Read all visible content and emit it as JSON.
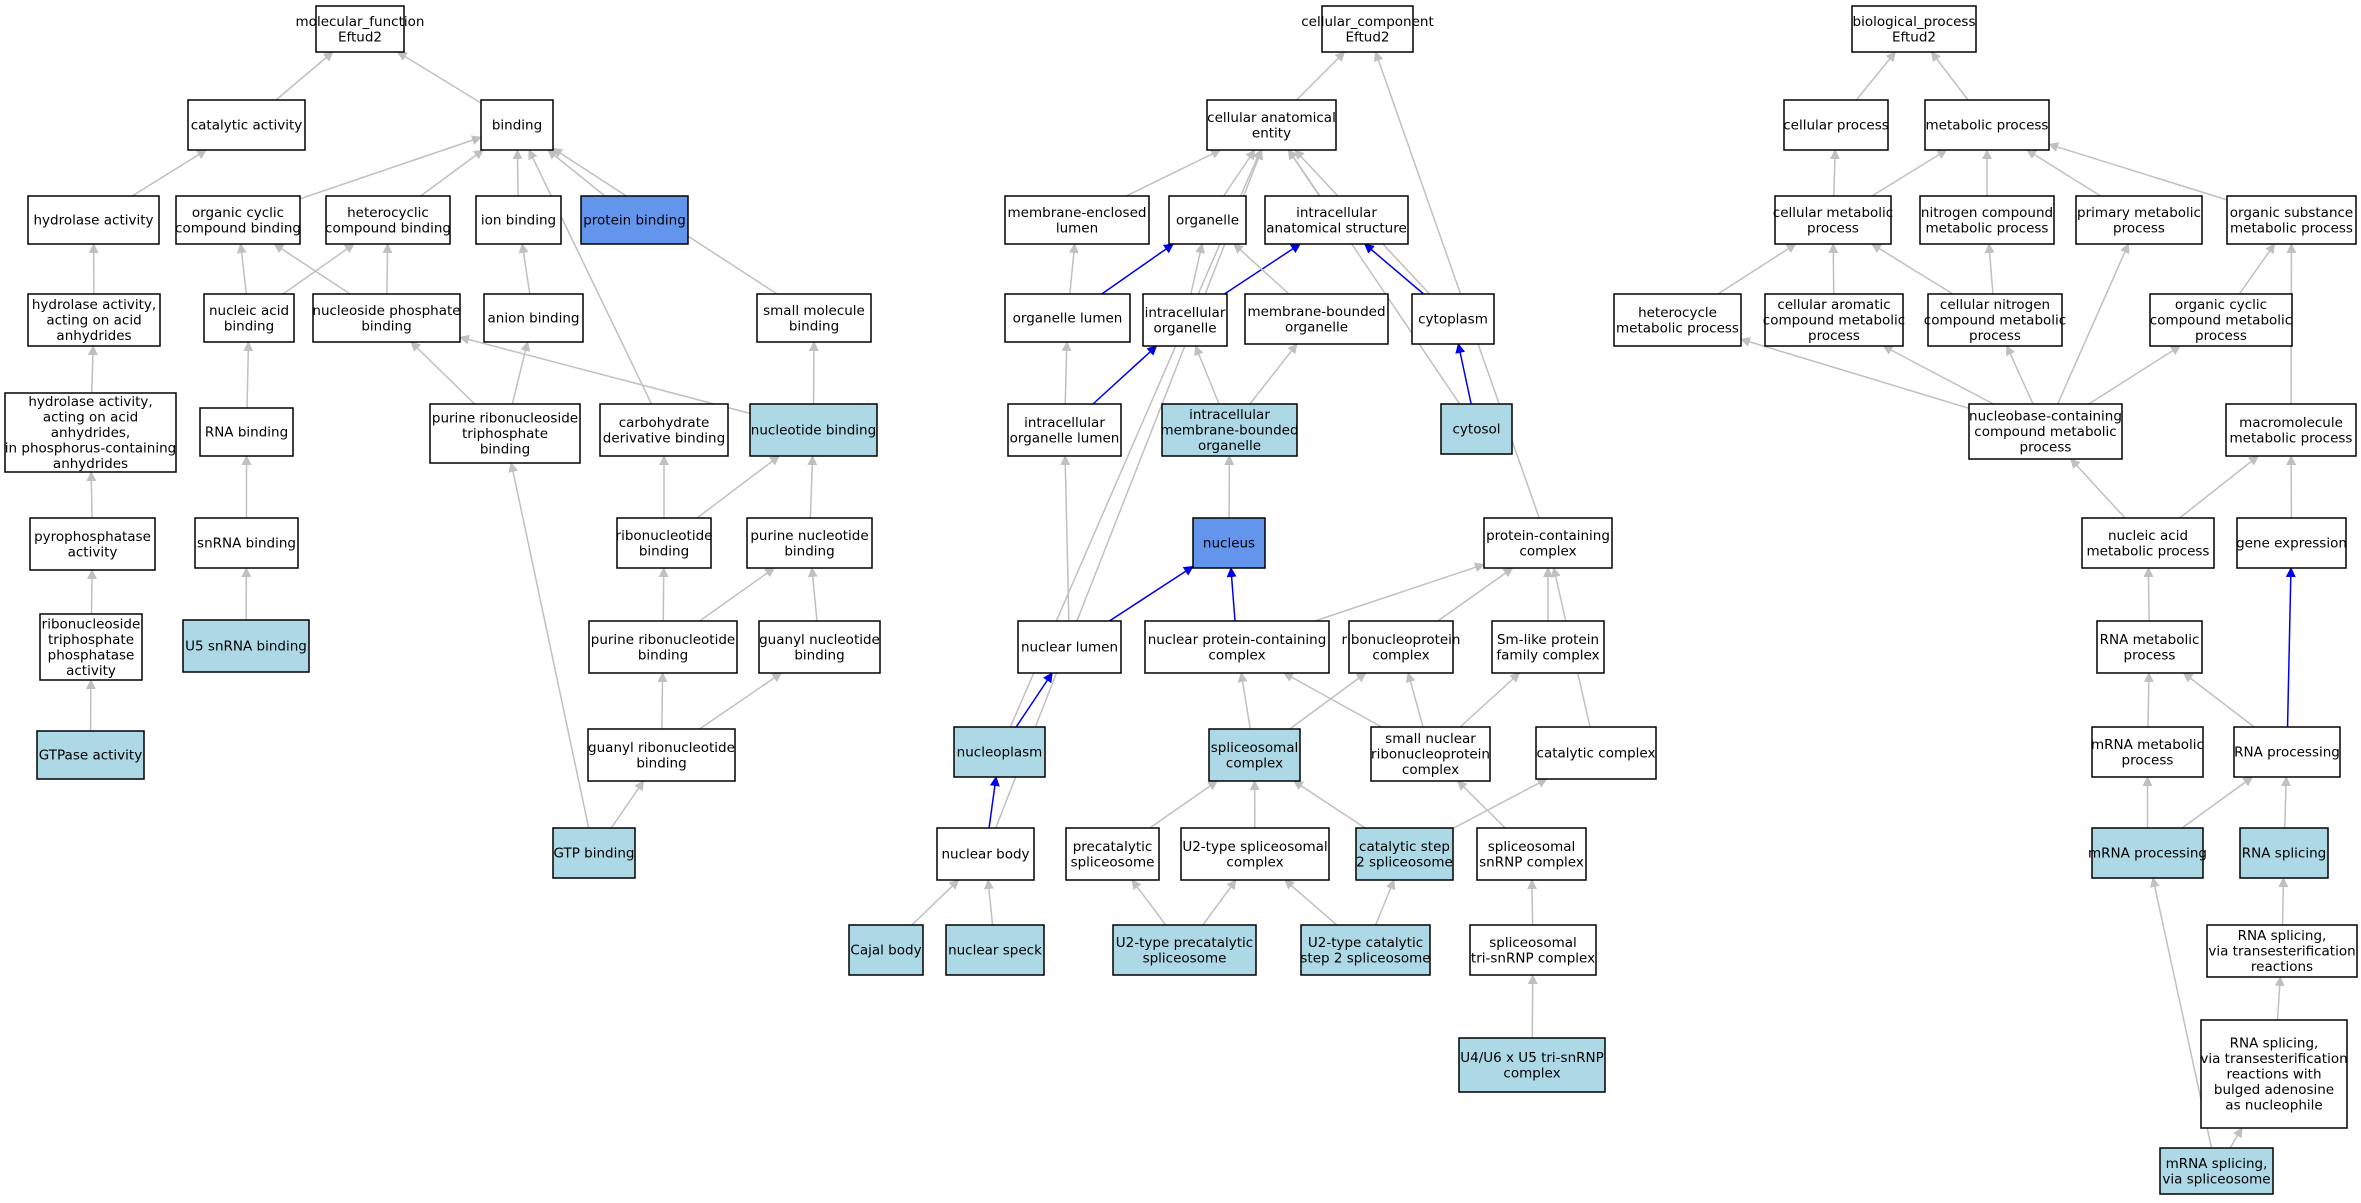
{
  "colors": {
    "white": "#ffffff",
    "light": "#add8e6",
    "dark": "#6495ed",
    "edge_gray": "#c0c0c0",
    "edge_blue": "#0000ee"
  },
  "nodes": [
    {
      "id": "mf",
      "lines": [
        "molecular_function",
        "Eftud2"
      ],
      "fill": "white"
    },
    {
      "id": "cat",
      "lines": [
        "catalytic activity"
      ],
      "fill": "white"
    },
    {
      "id": "bind",
      "lines": [
        "binding"
      ],
      "fill": "white"
    },
    {
      "id": "hyd",
      "lines": [
        "hydrolase activity"
      ],
      "fill": "white"
    },
    {
      "id": "occb",
      "lines": [
        "organic cyclic",
        "compound binding"
      ],
      "fill": "white"
    },
    {
      "id": "hccb",
      "lines": [
        "heterocyclic",
        "compound binding"
      ],
      "fill": "white"
    },
    {
      "id": "ionb",
      "lines": [
        "ion binding"
      ],
      "fill": "white"
    },
    {
      "id": "protb",
      "lines": [
        "protein binding"
      ],
      "fill": "dark"
    },
    {
      "id": "hydacid",
      "lines": [
        "hydrolase activity,",
        "acting on acid",
        "anhydrides"
      ],
      "fill": "white"
    },
    {
      "id": "nab",
      "lines": [
        "nucleic acid",
        "binding"
      ],
      "fill": "white"
    },
    {
      "id": "npb",
      "lines": [
        "nucleoside phosphate",
        "binding"
      ],
      "fill": "white"
    },
    {
      "id": "anb",
      "lines": [
        "anion binding"
      ],
      "fill": "white"
    },
    {
      "id": "smb",
      "lines": [
        "small molecule",
        "binding"
      ],
      "fill": "white"
    },
    {
      "id": "hydphos",
      "lines": [
        "hydrolase activity,",
        "acting on acid",
        "anhydrides,",
        "in phosphorus-containing",
        "anhydrides"
      ],
      "fill": "white"
    },
    {
      "id": "rnab",
      "lines": [
        "RNA binding"
      ],
      "fill": "white"
    },
    {
      "id": "prtb",
      "lines": [
        "purine ribonucleoside",
        "triphosphate",
        "binding"
      ],
      "fill": "white"
    },
    {
      "id": "cdb",
      "lines": [
        "carbohydrate",
        "derivative binding"
      ],
      "fill": "white"
    },
    {
      "id": "ntb",
      "lines": [
        "nucleotide binding"
      ],
      "fill": "light"
    },
    {
      "id": "ppa",
      "lines": [
        "pyrophosphatase",
        "activity"
      ],
      "fill": "white"
    },
    {
      "id": "snrnab",
      "lines": [
        "snRNA binding"
      ],
      "fill": "white"
    },
    {
      "id": "rntb",
      "lines": [
        "ribonucleotide",
        "binding"
      ],
      "fill": "white"
    },
    {
      "id": "pntb",
      "lines": [
        "purine nucleotide",
        "binding"
      ],
      "fill": "white"
    },
    {
      "id": "ntpase",
      "lines": [
        "ribonucleoside",
        "triphosphate",
        "phosphatase",
        "activity"
      ],
      "fill": "white"
    },
    {
      "id": "u5b",
      "lines": [
        "U5 snRNA binding"
      ],
      "fill": "light"
    },
    {
      "id": "prntb",
      "lines": [
        "purine ribonucleotide",
        "binding"
      ],
      "fill": "white"
    },
    {
      "id": "gntb",
      "lines": [
        "guanyl nucleotide",
        "binding"
      ],
      "fill": "white"
    },
    {
      "id": "gtpase",
      "lines": [
        "GTPase activity"
      ],
      "fill": "light"
    },
    {
      "id": "grntb",
      "lines": [
        "guanyl ribonucleotide",
        "binding"
      ],
      "fill": "white"
    },
    {
      "id": "gtpb",
      "lines": [
        "GTP binding"
      ],
      "fill": "light"
    },
    {
      "id": "cc",
      "lines": [
        "cellular_component",
        "Eftud2"
      ],
      "fill": "white"
    },
    {
      "id": "cae",
      "lines": [
        "cellular anatomical",
        "entity"
      ],
      "fill": "white"
    },
    {
      "id": "mel",
      "lines": [
        "membrane-enclosed",
        "lumen"
      ],
      "fill": "white"
    },
    {
      "id": "org",
      "lines": [
        "organelle"
      ],
      "fill": "white"
    },
    {
      "id": "ias",
      "lines": [
        "intracellular",
        "anatomical structure"
      ],
      "fill": "white"
    },
    {
      "id": "ol",
      "lines": [
        "organelle lumen"
      ],
      "fill": "white"
    },
    {
      "id": "io",
      "lines": [
        "intracellular",
        "organelle"
      ],
      "fill": "white"
    },
    {
      "id": "mbo",
      "lines": [
        "membrane-bounded",
        "organelle"
      ],
      "fill": "white"
    },
    {
      "id": "cyto",
      "lines": [
        "cytoplasm"
      ],
      "fill": "white"
    },
    {
      "id": "iol",
      "lines": [
        "intracellular",
        "organelle lumen"
      ],
      "fill": "white"
    },
    {
      "id": "imbo",
      "lines": [
        "intracellular",
        "membrane-bounded",
        "organelle"
      ],
      "fill": "light"
    },
    {
      "id": "cytosol",
      "lines": [
        "cytosol"
      ],
      "fill": "light"
    },
    {
      "id": "nucleus",
      "lines": [
        "nucleus"
      ],
      "fill": "dark"
    },
    {
      "id": "pcc",
      "lines": [
        "protein-containing",
        "complex"
      ],
      "fill": "white"
    },
    {
      "id": "nlumen",
      "lines": [
        "nuclear lumen"
      ],
      "fill": "white"
    },
    {
      "id": "npcc",
      "lines": [
        "nuclear protein-containing",
        "complex"
      ],
      "fill": "white"
    },
    {
      "id": "rnpc",
      "lines": [
        "ribonucleoprotein",
        "complex"
      ],
      "fill": "white"
    },
    {
      "id": "smlike",
      "lines": [
        "Sm-like protein",
        "family complex"
      ],
      "fill": "white"
    },
    {
      "id": "nplasm",
      "lines": [
        "nucleoplasm"
      ],
      "fill": "light"
    },
    {
      "id": "splc",
      "lines": [
        "spliceosomal",
        "complex"
      ],
      "fill": "light"
    },
    {
      "id": "snrnp",
      "lines": [
        "small nuclear",
        "ribonucleoprotein",
        "complex"
      ],
      "fill": "white"
    },
    {
      "id": "catc",
      "lines": [
        "catalytic complex"
      ],
      "fill": "white"
    },
    {
      "id": "nbody",
      "lines": [
        "nuclear body"
      ],
      "fill": "white"
    },
    {
      "id": "precat",
      "lines": [
        "precatalytic",
        "spliceosome"
      ],
      "fill": "white"
    },
    {
      "id": "u2",
      "lines": [
        "U2-type spliceosomal",
        "complex"
      ],
      "fill": "white"
    },
    {
      "id": "cs2",
      "lines": [
        "catalytic step",
        "2 spliceosome"
      ],
      "fill": "light"
    },
    {
      "id": "ssnrnp",
      "lines": [
        "spliceosomal",
        "snRNP complex"
      ],
      "fill": "white"
    },
    {
      "id": "cajal",
      "lines": [
        "Cajal body"
      ],
      "fill": "light"
    },
    {
      "id": "nspeck",
      "lines": [
        "nuclear speck"
      ],
      "fill": "light"
    },
    {
      "id": "u2pre",
      "lines": [
        "U2-type precatalytic",
        "spliceosome"
      ],
      "fill": "light"
    },
    {
      "id": "u2cs2",
      "lines": [
        "U2-type catalytic",
        "step 2 spliceosome"
      ],
      "fill": "light"
    },
    {
      "id": "tri",
      "lines": [
        "spliceosomal",
        "tri-snRNP complex"
      ],
      "fill": "white"
    },
    {
      "id": "u4u6",
      "lines": [
        "U4/U6 x U5 tri-snRNP",
        "complex"
      ],
      "fill": "light"
    },
    {
      "id": "bp",
      "lines": [
        "biological_process",
        "Eftud2"
      ],
      "fill": "white"
    },
    {
      "id": "cp",
      "lines": [
        "cellular process"
      ],
      "fill": "white"
    },
    {
      "id": "mp",
      "lines": [
        "metabolic process"
      ],
      "fill": "white"
    },
    {
      "id": "cmp",
      "lines": [
        "cellular metabolic",
        "process"
      ],
      "fill": "white"
    },
    {
      "id": "ncmp",
      "lines": [
        "nitrogen compound",
        "metabolic process"
      ],
      "fill": "white"
    },
    {
      "id": "pmp",
      "lines": [
        "primary metabolic",
        "process"
      ],
      "fill": "white"
    },
    {
      "id": "osmp",
      "lines": [
        "organic substance",
        "metabolic process"
      ],
      "fill": "white"
    },
    {
      "id": "hcmp",
      "lines": [
        "heterocycle",
        "metabolic process"
      ],
      "fill": "white"
    },
    {
      "id": "cacmp",
      "lines": [
        "cellular aromatic",
        "compound metabolic",
        "process"
      ],
      "fill": "white"
    },
    {
      "id": "cncmp",
      "lines": [
        "cellular nitrogen",
        "compound metabolic",
        "process"
      ],
      "fill": "white"
    },
    {
      "id": "occmp",
      "lines": [
        "organic cyclic",
        "compound metabolic",
        "process"
      ],
      "fill": "white"
    },
    {
      "id": "nbcmp",
      "lines": [
        "nucleobase-containing",
        "compound metabolic",
        "process"
      ],
      "fill": "white"
    },
    {
      "id": "mmp",
      "lines": [
        "macromolecule",
        "metabolic process"
      ],
      "fill": "white"
    },
    {
      "id": "namp",
      "lines": [
        "nucleic acid",
        "metabolic process"
      ],
      "fill": "white"
    },
    {
      "id": "ge",
      "lines": [
        "gene expression"
      ],
      "fill": "white"
    },
    {
      "id": "rnamp",
      "lines": [
        "RNA metabolic",
        "process"
      ],
      "fill": "white"
    },
    {
      "id": "mrnamp",
      "lines": [
        "mRNA metabolic",
        "process"
      ],
      "fill": "white"
    },
    {
      "id": "rnaproc",
      "lines": [
        "RNA processing"
      ],
      "fill": "white"
    },
    {
      "id": "mrnaproc",
      "lines": [
        "mRNA processing"
      ],
      "fill": "light"
    },
    {
      "id": "rnaspl",
      "lines": [
        "RNA splicing"
      ],
      "fill": "light"
    },
    {
      "id": "rnaspltr",
      "lines": [
        "RNA splicing,",
        "via transesterification",
        "reactions"
      ],
      "fill": "white"
    },
    {
      "id": "rnasplbul",
      "lines": [
        "RNA splicing,",
        "via transesterification",
        "reactions with",
        "bulged adenosine",
        "as nucleophile"
      ],
      "fill": "white"
    },
    {
      "id": "mrnaspl",
      "lines": [
        "mRNA splicing,",
        "via spliceosome"
      ],
      "fill": "light"
    }
  ],
  "edges": [
    [
      "cat",
      "mf",
      "g"
    ],
    [
      "bind",
      "mf",
      "g"
    ],
    [
      "hyd",
      "cat",
      "g"
    ],
    [
      "occb",
      "bind",
      "g"
    ],
    [
      "hccb",
      "bind",
      "g"
    ],
    [
      "ionb",
      "bind",
      "g"
    ],
    [
      "protb",
      "bind",
      "g"
    ],
    [
      "cdb",
      "bind",
      "g"
    ],
    [
      "smb",
      "bind",
      "g"
    ],
    [
      "hydacid",
      "hyd",
      "g"
    ],
    [
      "nab",
      "occb",
      "g"
    ],
    [
      "nab",
      "hccb",
      "g"
    ],
    [
      "npb",
      "occb",
      "g"
    ],
    [
      "npb",
      "hccb",
      "g"
    ],
    [
      "anb",
      "ionb",
      "g"
    ],
    [
      "hydphos",
      "hydacid",
      "g"
    ],
    [
      "rnab",
      "nab",
      "g"
    ],
    [
      "prtb",
      "npb",
      "g"
    ],
    [
      "prtb",
      "anb",
      "g"
    ],
    [
      "ntb",
      "npb",
      "g"
    ],
    [
      "ntb",
      "smb",
      "g"
    ],
    [
      "ppa",
      "hydphos",
      "g"
    ],
    [
      "snrnab",
      "rnab",
      "g"
    ],
    [
      "rntb",
      "cdb",
      "g"
    ],
    [
      "rntb",
      "ntb",
      "g"
    ],
    [
      "pntb",
      "ntb",
      "g"
    ],
    [
      "ntpase",
      "ppa",
      "g"
    ],
    [
      "u5b",
      "snrnab",
      "g"
    ],
    [
      "prntb",
      "rntb",
      "g"
    ],
    [
      "prntb",
      "pntb",
      "g"
    ],
    [
      "gntb",
      "pntb",
      "g"
    ],
    [
      "gtpase",
      "ntpase",
      "g"
    ],
    [
      "grntb",
      "prntb",
      "g"
    ],
    [
      "grntb",
      "gntb",
      "g"
    ],
    [
      "gtpb",
      "grntb",
      "g"
    ],
    [
      "gtpb",
      "prtb",
      "g"
    ],
    [
      "cae",
      "cc",
      "g"
    ],
    [
      "pcc",
      "cc",
      "g"
    ],
    [
      "mel",
      "cae",
      "g"
    ],
    [
      "org",
      "cae",
      "g"
    ],
    [
      "ias",
      "cae",
      "g"
    ],
    [
      "cyto",
      "cae",
      "g"
    ],
    [
      "cytosol",
      "cae",
      "g"
    ],
    [
      "nplasm",
      "cae",
      "g"
    ],
    [
      "nbody",
      "cae",
      "g"
    ],
    [
      "ol",
      "mel",
      "g"
    ],
    [
      "ol",
      "org",
      "b"
    ],
    [
      "io",
      "org",
      "g"
    ],
    [
      "io",
      "ias",
      "b"
    ],
    [
      "mbo",
      "org",
      "g"
    ],
    [
      "cyto",
      "ias",
      "b"
    ],
    [
      "iol",
      "ol",
      "g"
    ],
    [
      "iol",
      "io",
      "b"
    ],
    [
      "imbo",
      "io",
      "g"
    ],
    [
      "imbo",
      "mbo",
      "g"
    ],
    [
      "cytosol",
      "cyto",
      "b"
    ],
    [
      "nucleus",
      "imbo",
      "g"
    ],
    [
      "nlumen",
      "iol",
      "g"
    ],
    [
      "nlumen",
      "nucleus",
      "b"
    ],
    [
      "npcc",
      "nucleus",
      "b"
    ],
    [
      "npcc",
      "pcc",
      "g"
    ],
    [
      "rnpc",
      "pcc",
      "g"
    ],
    [
      "smlike",
      "pcc",
      "g"
    ],
    [
      "catc",
      "pcc",
      "g"
    ],
    [
      "nplasm",
      "nlumen",
      "b"
    ],
    [
      "splc",
      "npcc",
      "g"
    ],
    [
      "splc",
      "rnpc",
      "g"
    ],
    [
      "snrnp",
      "npcc",
      "g"
    ],
    [
      "snrnp",
      "rnpc",
      "g"
    ],
    [
      "snrnp",
      "smlike",
      "g"
    ],
    [
      "nbody",
      "nplasm",
      "b"
    ],
    [
      "precat",
      "splc",
      "g"
    ],
    [
      "u2",
      "splc",
      "g"
    ],
    [
      "cs2",
      "splc",
      "g"
    ],
    [
      "cs2",
      "catc",
      "g"
    ],
    [
      "ssnrnp",
      "snrnp",
      "g"
    ],
    [
      "cajal",
      "nbody",
      "g"
    ],
    [
      "nspeck",
      "nbody",
      "g"
    ],
    [
      "u2pre",
      "precat",
      "g"
    ],
    [
      "u2pre",
      "u2",
      "g"
    ],
    [
      "u2cs2",
      "u2",
      "g"
    ],
    [
      "u2cs2",
      "cs2",
      "g"
    ],
    [
      "tri",
      "ssnrnp",
      "g"
    ],
    [
      "u4u6",
      "tri",
      "g"
    ],
    [
      "cp",
      "bp",
      "g"
    ],
    [
      "mp",
      "bp",
      "g"
    ],
    [
      "cmp",
      "cp",
      "g"
    ],
    [
      "cmp",
      "mp",
      "g"
    ],
    [
      "ncmp",
      "mp",
      "g"
    ],
    [
      "pmp",
      "mp",
      "g"
    ],
    [
      "osmp",
      "mp",
      "g"
    ],
    [
      "hcmp",
      "cmp",
      "g"
    ],
    [
      "cacmp",
      "cmp",
      "g"
    ],
    [
      "cncmp",
      "cmp",
      "g"
    ],
    [
      "cncmp",
      "ncmp",
      "g"
    ],
    [
      "occmp",
      "osmp",
      "g"
    ],
    [
      "nbcmp",
      "hcmp",
      "g"
    ],
    [
      "nbcmp",
      "cacmp",
      "g"
    ],
    [
      "nbcmp",
      "cncmp",
      "g"
    ],
    [
      "nbcmp",
      "occmp",
      "g"
    ],
    [
      "nbcmp",
      "pmp",
      "g"
    ],
    [
      "mmp",
      "osmp",
      "g"
    ],
    [
      "namp",
      "nbcmp",
      "g"
    ],
    [
      "namp",
      "mmp",
      "g"
    ],
    [
      "ge",
      "mmp",
      "g"
    ],
    [
      "rnamp",
      "namp",
      "g"
    ],
    [
      "mrnamp",
      "rnamp",
      "g"
    ],
    [
      "rnaproc",
      "rnamp",
      "g"
    ],
    [
      "rnaproc",
      "ge",
      "b"
    ],
    [
      "mrnaproc",
      "mrnamp",
      "g"
    ],
    [
      "mrnaproc",
      "rnaproc",
      "g"
    ],
    [
      "rnaspl",
      "rnaproc",
      "g"
    ],
    [
      "rnaspltr",
      "rnaspl",
      "g"
    ],
    [
      "rnasplbul",
      "rnaspltr",
      "g"
    ],
    [
      "mrnaspl",
      "rnasplbul",
      "g"
    ],
    [
      "mrnaspl",
      "mrnaproc",
      "g"
    ]
  ]
}
